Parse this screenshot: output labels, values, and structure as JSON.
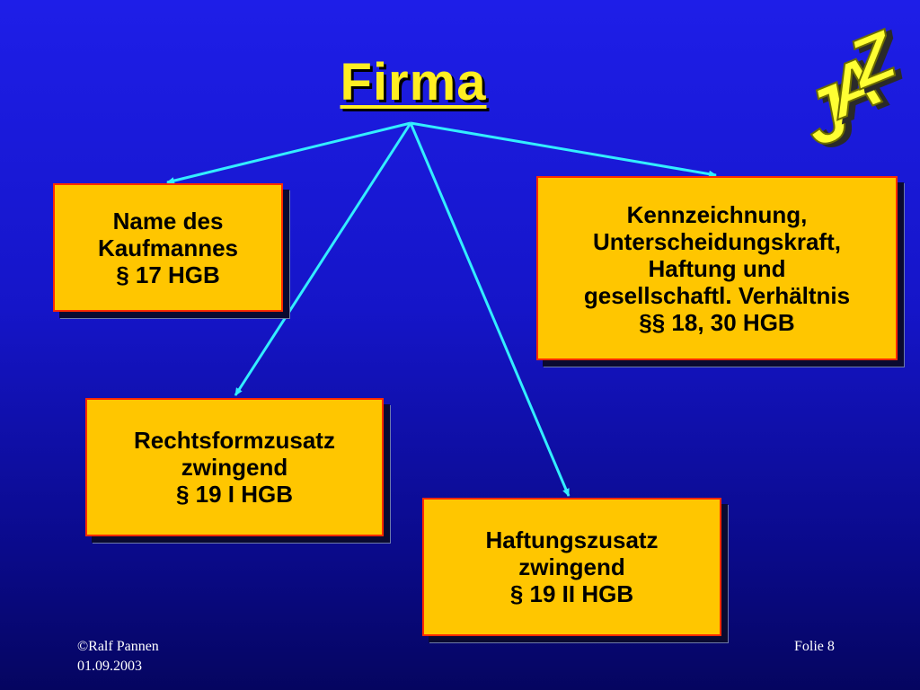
{
  "slide": {
    "title": "Firma",
    "logo_text": "JAZ",
    "boxes": [
      {
        "lines": [
          "Name des",
          "Kaufmannes",
          "§ 17 HGB"
        ]
      },
      {
        "lines": [
          "Kennzeichnung,",
          "Unterscheidungskraft,",
          "Haftung und",
          "gesellschaftl. Verhältnis",
          "§§ 18, 30 HGB"
        ]
      },
      {
        "lines": [
          "Rechtsformzusatz",
          "zwingend",
          "§ 19 I HGB"
        ]
      },
      {
        "lines": [
          "Haftungszusatz",
          "zwingend",
          "§ 19 II HGB"
        ]
      }
    ],
    "footer": {
      "author": "©Ralf Pannen",
      "date": "01.09.2003",
      "slide_number": "Folie 8"
    },
    "colors": {
      "background": "#1a1ad8",
      "title": "#ffee22",
      "box_fill": "#ffc600",
      "box_border": "#ff2a00",
      "arrow": "#33eeff",
      "logo_fill": "#ffff33"
    }
  }
}
